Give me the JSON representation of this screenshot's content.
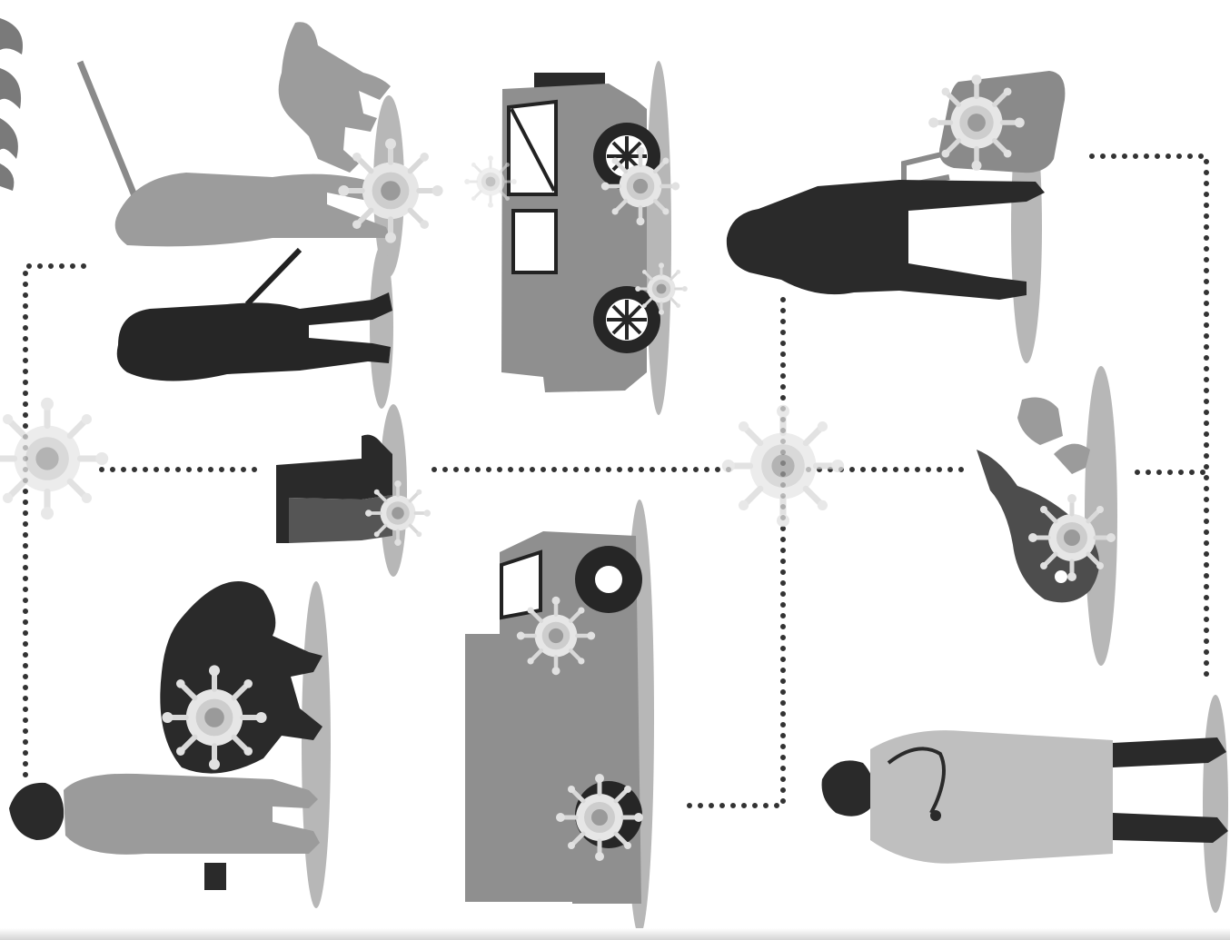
{
  "figure": {
    "kind": "infographic",
    "orientation": "rotated-90-clockwise",
    "text_labels": [],
    "colors": {
      "background": "#ffffff",
      "dark_silhouette": "#2c2c2c",
      "mid_silhouette": "#6e6e6e",
      "light_silhouette": "#a9a9a9",
      "shadow_ellipse": "#b7b7b7",
      "dotted_connector": "#333333",
      "virus_burst": "#d6d6d6"
    }
  },
  "elements": [
    {
      "id": "corn-plant",
      "icon": "corn-plant-icon"
    },
    {
      "id": "hunter-with-dog",
      "icon": "hunter-with-dog-icon",
      "virus": true
    },
    {
      "id": "hunter-with-rifle",
      "icon": "hunter-rifle-icon"
    },
    {
      "id": "jeep",
      "icon": "jeep-icon",
      "virus": true
    },
    {
      "id": "traveler-with-suitcase",
      "icon": "traveler-suitcase-icon",
      "virus": true
    },
    {
      "id": "rubber-boots",
      "icon": "boots-icon",
      "virus": true
    },
    {
      "id": "bat",
      "icon": "bat-icon",
      "virus": true
    },
    {
      "id": "farmer-with-pig",
      "icon": "farmer-pig-icon",
      "virus": true
    },
    {
      "id": "livestock-truck",
      "icon": "truck-icon",
      "virus": true
    },
    {
      "id": "doctor",
      "icon": "doctor-stethoscope-icon"
    }
  ],
  "connections": [
    {
      "from": "hunter-with-rifle",
      "to": "farmer-with-pig",
      "style": "dotted"
    },
    {
      "from": "rubber-boots",
      "to": "hub-virus-center",
      "style": "dotted"
    },
    {
      "from": "hub-virus-center",
      "to": "bat",
      "style": "dotted"
    },
    {
      "from": "traveler-with-suitcase",
      "to": "livestock-truck",
      "style": "dotted"
    },
    {
      "from": "traveler-with-suitcase",
      "to": "doctor",
      "style": "dotted"
    }
  ]
}
